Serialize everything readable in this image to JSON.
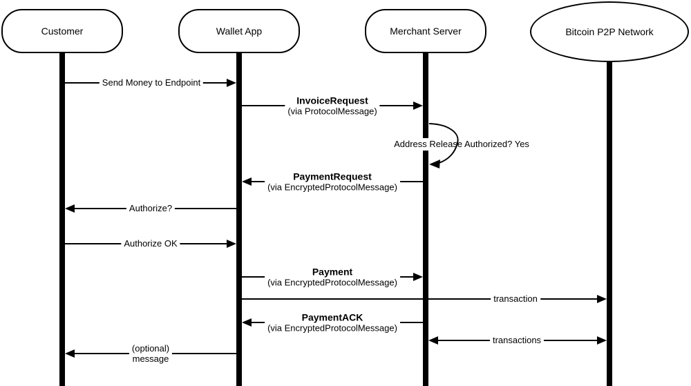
{
  "colors": {
    "stroke": "#000000",
    "background": "#ffffff",
    "text": "#000000"
  },
  "diagram": {
    "type": "uml-sequence-diagram",
    "actors": [
      {
        "label": "Customer",
        "shape": "stadium"
      },
      {
        "label": "Wallet App",
        "shape": "stadium"
      },
      {
        "label": "Merchant Server",
        "shape": "stadium"
      },
      {
        "label": "Bitcoin P2P Network",
        "shape": "ellipse"
      }
    ],
    "messages": [
      {
        "label": "Send Money to Endpoint",
        "from": "Customer",
        "to": "Wallet App"
      },
      {
        "title": "InvoiceRequest",
        "via": "(via ProtocolMessage)",
        "from": "Wallet App",
        "to": "Merchant Server"
      },
      {
        "label": "Address Release Authorized? Yes",
        "from": "Merchant Server",
        "to": "Merchant Server",
        "kind": "self-loop"
      },
      {
        "title": "PaymentRequest",
        "via": "(via EncryptedProtocolMessage)",
        "from": "Merchant Server",
        "to": "Wallet App"
      },
      {
        "label": "Authorize?",
        "from": "Wallet App",
        "to": "Customer"
      },
      {
        "label": "Authorize OK",
        "from": "Customer",
        "to": "Wallet App"
      },
      {
        "title": "Payment",
        "via": "(via EncryptedProtocolMessage)",
        "from": "Wallet App",
        "to": "Merchant Server"
      },
      {
        "label": "transaction",
        "from": "Wallet App",
        "to": "Bitcoin P2P Network"
      },
      {
        "title": "PaymentACK",
        "via": "(via EncryptedProtocolMessage)",
        "from": "Merchant Server",
        "to": "Wallet App"
      },
      {
        "label": "transactions",
        "from": "Merchant Server",
        "to": "Bitcoin P2P Network",
        "kind": "bidirectional"
      },
      {
        "label_line1": "(optional)",
        "label_line2": "message",
        "from": "Wallet App",
        "to": "Customer"
      }
    ]
  }
}
